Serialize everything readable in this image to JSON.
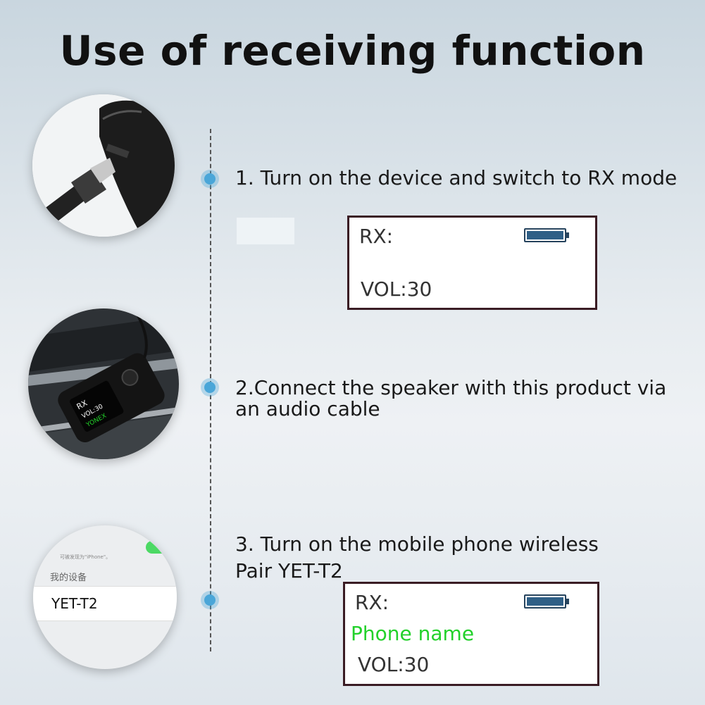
{
  "title": "Use of receiving function",
  "steps": [
    {
      "text": "1. Turn on the device and switch to RX mode"
    },
    {
      "text": "2.Connect the speaker with this product via an audio cable"
    },
    {
      "text": "3. Turn on the mobile phone wireless Pair YET-T2"
    }
  ],
  "screen1": {
    "mode": "RX:",
    "volume": "VOL:30"
  },
  "screen2": {
    "mode": "RX:",
    "phone_name": "Phone name",
    "volume": "VOL:30"
  },
  "device_label": {
    "mode": "RX",
    "volume": "VOL:30",
    "brand": "YONEX"
  },
  "bluetooth_list": {
    "hint": "可被发现为\"iPhone\"。",
    "section_title": "我的设备",
    "device_name": "YET-T2"
  },
  "colors": {
    "accent_dot": "#4aa6d8",
    "screen_border": "#3a1c24",
    "phone_name": "#22d12a",
    "battery": "#2f5f86"
  }
}
